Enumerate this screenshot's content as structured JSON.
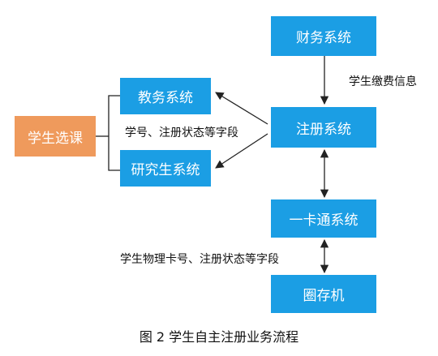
{
  "nodes": {
    "student_course": "学生选课",
    "academic": "教务系统",
    "graduate": "研究生系统",
    "registration": "注册系统",
    "finance": "财务系统",
    "card": "一卡通系统",
    "gate": "圈存机"
  },
  "edge_labels": {
    "payment_info": "学生缴费信息",
    "id_status_fields": "学号、注册状态等字段",
    "card_status_fields": "学生物理卡号、注册状态等字段"
  },
  "caption": "图 2  学生自主注册业务流程",
  "colors": {
    "box_blue": "#1b9ee4",
    "box_orange": "#ef9a5c",
    "line": "#222222"
  }
}
